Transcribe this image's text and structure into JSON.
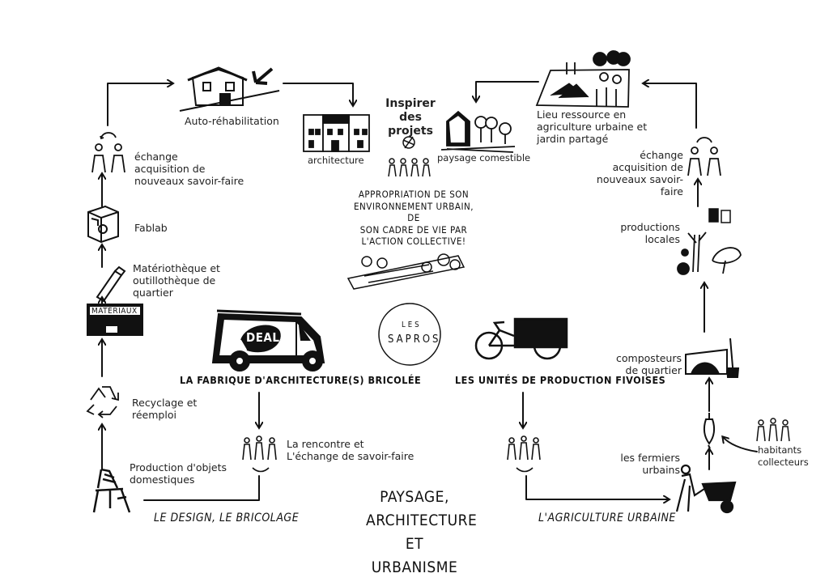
{
  "left_cycle": {
    "auto_rehab": "Auto-réhabilitation",
    "echange": "échange\nacquisition de\nnouveaux savoir-faire",
    "fablab": "Fablab",
    "materiotheque": "Matériothèque et\noutillothèque de\nquartier",
    "materiaux_sign": "MATÉRIAUX",
    "recyclage": "Recyclage et\nréemploi",
    "production": "Production d'objets\ndomestiques",
    "design": "LE DESIGN, LE BRICOLAGE",
    "rencontre": "La rencontre et\nL'échange de savoir-faire",
    "fabrique_title": "LA FABRIQUE D'ARCHITECTURE(S) BRICOLÉE",
    "van_logo": "DEAL"
  },
  "center": {
    "inspirer": "Inspirer des\nprojets",
    "architecture": "architecture",
    "paysage_comestible": "paysage comestible",
    "appropriation": "APPROPRIATION DE SON\nENVIRONNEMENT URBAIN, DE\nSON CADRE DE VIE PAR\nL'ACTION COLLECTIVE!",
    "logo_top": "LES",
    "logo_bottom": "SAPROS",
    "footer": "PAYSAGE,\nARCHITECTURE\nET URBANISME"
  },
  "right_cycle": {
    "lieu": "Lieu ressource en\nagriculture urbaine et\njardin partagé",
    "echange": "échange\nacquisition de\nnouveaux savoir-faire",
    "productions": "productions\nlocales",
    "composteurs": "composteurs\nde quartier",
    "habitants": "habitants\ncollecteurs",
    "fermiers": "les fermiers\nurbains",
    "agriculture": "L'AGRICULTURE URBAINE",
    "unites_title": "LES UNITÉS DE PRODUCTION FIVOISES"
  }
}
